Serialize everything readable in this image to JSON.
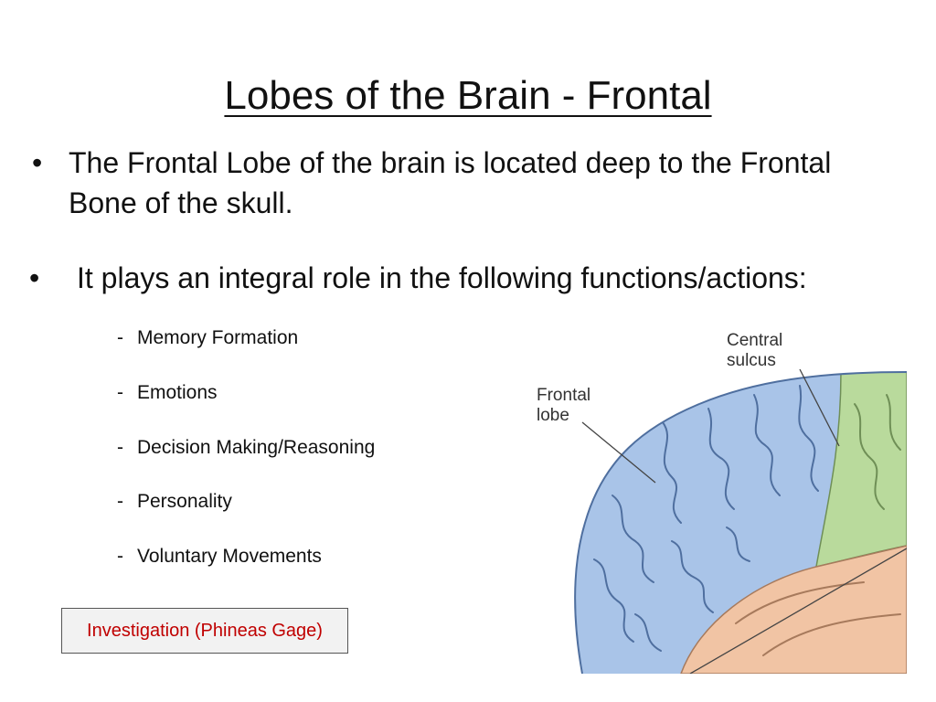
{
  "slide": {
    "title": "Lobes of the Brain - Frontal",
    "bullets": [
      {
        "marker": "•",
        "text": "The Frontal Lobe of the brain is located deep to the Frontal Bone of the skull."
      },
      {
        "marker": "•",
        "text": "It plays an integral role in the following functions/actions:"
      }
    ],
    "functions": [
      {
        "dash": "-",
        "text": "Memory Formation"
      },
      {
        "dash": "-",
        "text": "Emotions"
      },
      {
        "dash": "-",
        "text": "Decision Making/Reasoning"
      },
      {
        "dash": "-",
        "text": "Personality"
      },
      {
        "dash": "-",
        "text": "Voluntary Movements"
      }
    ],
    "investigation_button": "Investigation (Phineas Gage)"
  },
  "figure": {
    "labels": {
      "frontal_line1": "Frontal",
      "frontal_line2": "lobe",
      "central_line1": "Central",
      "central_line2": "sulcus"
    },
    "colors": {
      "frontal_lobe": "#a9c4e8",
      "parietal_lobe": "#b9da9c",
      "temporal_lobe": "#f1c4a4",
      "accent_text": "#c00000"
    }
  }
}
